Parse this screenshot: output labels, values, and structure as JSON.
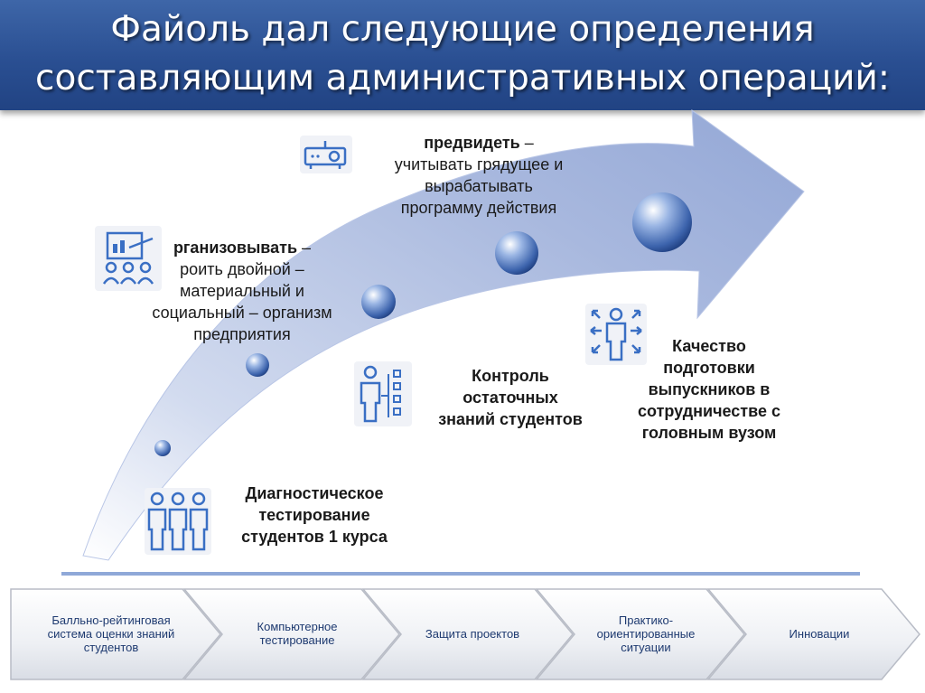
{
  "title": {
    "line1": "Файоль дал следующие определения",
    "line2": "составляющим административных операций:"
  },
  "steps": {
    "predict": {
      "term": "предвидеть",
      "dash": " –",
      "line2": "учитывать грядущее и",
      "line3": "вырабатывать",
      "line4": "программу действия"
    },
    "organize": {
      "term": "рганизовывать",
      "dash": " –",
      "line2": "роить двойной –",
      "line3": "материальный и",
      "line4": "социальный – организм",
      "line5": "предприятия"
    },
    "control": {
      "line1": "Контроль",
      "line2": "остаточных",
      "line3": "знаний студентов"
    },
    "quality": {
      "line1": "Качество",
      "line2": "подготовки",
      "line3": "выпускников в",
      "line4": "сотрудничестве с",
      "line5": "головным вузом"
    },
    "diagnostic": {
      "line1": "Диагностическое",
      "line2": "тестирование",
      "line3": "студентов 1 курса"
    }
  },
  "chevrons": [
    {
      "line1": "Балльно-рейтинговая",
      "line2": "система оценки знаний",
      "line3": "студентов"
    },
    {
      "line1": "Компьютерное",
      "line2": "тестирование",
      "line3": ""
    },
    {
      "line1": "Защита проектов",
      "line2": "",
      "line3": ""
    },
    {
      "line1": "Практико-",
      "line2": "ориентированные",
      "line3": "ситуации"
    },
    {
      "line1": "Инновации",
      "line2": "",
      "line3": ""
    }
  ],
  "icons": [
    "projector-icon",
    "presentation-team-icon",
    "person-checklist-icon",
    "person-arrows-icon",
    "team-icon"
  ],
  "colors": {
    "title_bg": "#2a4f92",
    "arrow": "#a9b9e0",
    "chevron_text": "#1e3a70",
    "icon": "#3a6fc4"
  }
}
